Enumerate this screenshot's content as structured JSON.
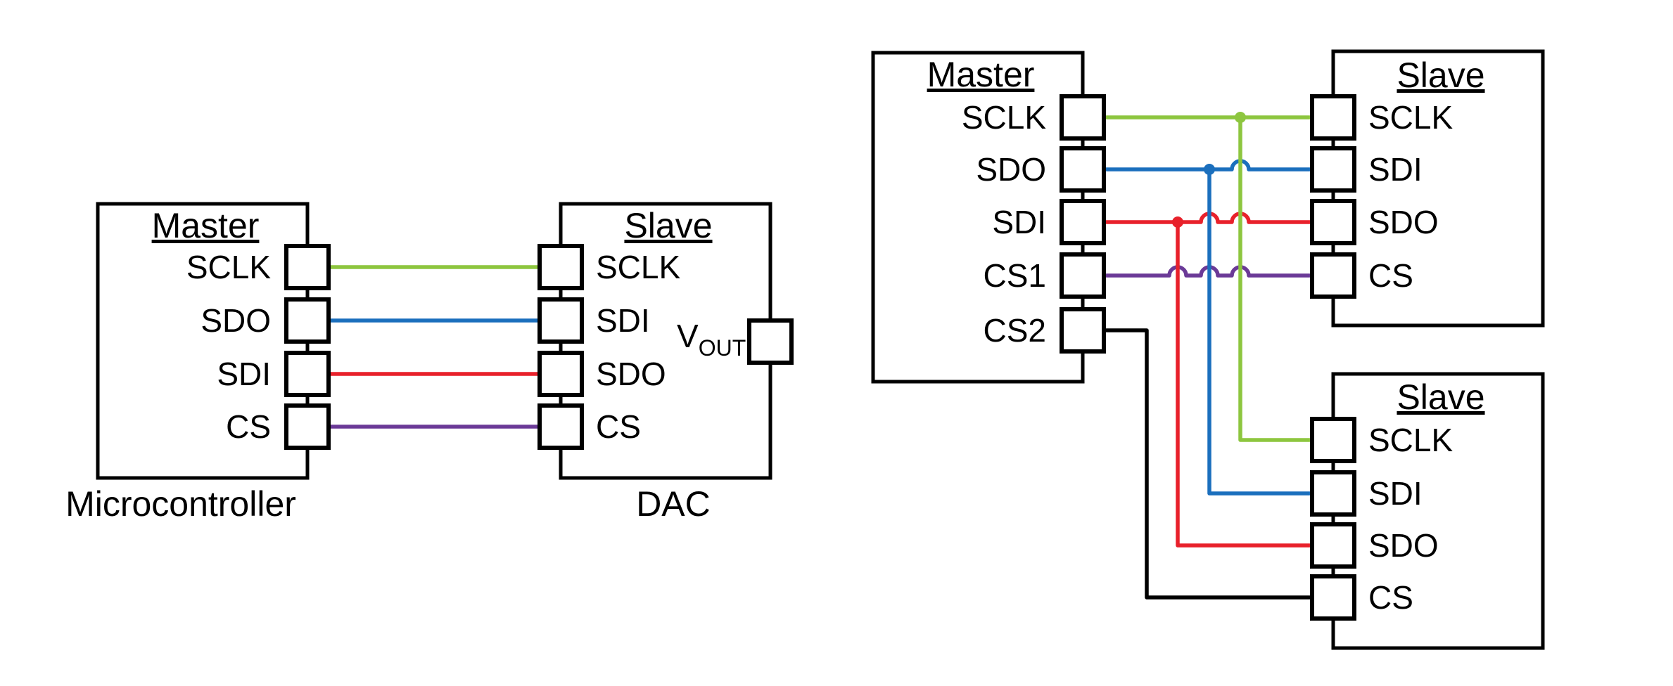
{
  "colors": {
    "sclk": "#8dc63f",
    "sdo": "#1b6fbd",
    "sdi": "#e8212b",
    "cs": "#6b3a97",
    "cs2": "#000000"
  },
  "left": {
    "master": {
      "title": "Master",
      "caption": "Microcontroller",
      "pins": [
        "SCLK",
        "SDO",
        "SDI",
        "CS"
      ]
    },
    "slave": {
      "title": "Slave",
      "caption": "DAC",
      "pins": [
        "SCLK",
        "SDI",
        "SDO",
        "CS"
      ],
      "vout_main": "V",
      "vout_sub": "OUT"
    }
  },
  "right": {
    "master": {
      "title": "Master",
      "pins": [
        "SCLK",
        "SDO",
        "SDI",
        "CS1",
        "CS2"
      ]
    },
    "slave1": {
      "title": "Slave",
      "pins": [
        "SCLK",
        "SDI",
        "SDO",
        "CS"
      ]
    },
    "slave2": {
      "title": "Slave",
      "pins": [
        "SCLK",
        "SDI",
        "SDO",
        "CS"
      ]
    }
  }
}
